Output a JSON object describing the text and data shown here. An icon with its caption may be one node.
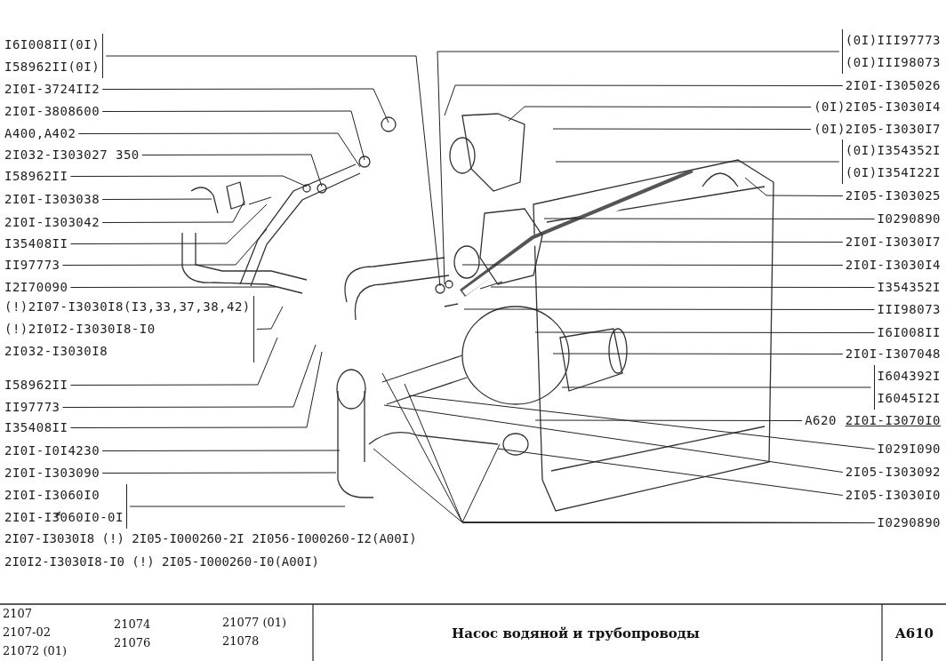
{
  "diagram": {
    "nodes": [
      {
        "text": [
          "I6I008II(0I)",
          "I58962II(0I)"
        ]
      },
      {
        "text": [
          "2I0I-3724II2"
        ]
      },
      {
        "text": [
          "2I0I-3808600"
        ]
      },
      {
        "text": [
          "A400,A402"
        ]
      },
      {
        "text": [
          "2I032-I303027 350"
        ]
      },
      {
        "text": [
          "I58962II"
        ]
      },
      {
        "text": [
          "2I0I-I303038"
        ]
      },
      {
        "text": [
          "2I0I-I303042"
        ]
      },
      {
        "text": [
          "I35408II"
        ]
      },
      {
        "text": [
          "II97773"
        ]
      },
      {
        "text": [
          "I2I70090"
        ]
      },
      {
        "text": [
          "(!)2I07-I3030I8(I3,33,37,38,42)",
          "(!)2I0I2-I3030I8-I0",
          "2I032-I3030I8"
        ]
      },
      {
        "text": [
          "I58962II"
        ]
      },
      {
        "text": [
          "II97773"
        ]
      },
      {
        "text": [
          "I35408II"
        ]
      },
      {
        "text": [
          "2I0I-I0I4230"
        ]
      },
      {
        "text": [
          "2I0I-I303090"
        ]
      },
      {
        "text": [
          "2I0I-I3060I0",
          "2I0I-I3060I0-0I"
        ]
      },
      {
        "text": [
          "(0I)III97773",
          "(0I)III98073"
        ]
      },
      {
        "text": [
          "2I0I-I305026"
        ]
      },
      {
        "text": [
          "(0I)2I05-I3030I4"
        ]
      },
      {
        "text": [
          "(0I)2I05-I3030I7"
        ]
      },
      {
        "text": [
          "(0I)I354352I",
          "(0I)I354I22I"
        ]
      },
      {
        "text": [
          "2I05-I303025"
        ]
      },
      {
        "text": [
          "I0290890"
        ]
      },
      {
        "text": [
          "2I0I-I3030I7"
        ]
      },
      {
        "text": [
          "2I0I-I3030I4"
        ]
      },
      {
        "text": [
          "I354352I"
        ]
      },
      {
        "text": [
          "III98073"
        ]
      },
      {
        "text": [
          "I6I008II"
        ]
      },
      {
        "text": [
          "2I0I-I307048"
        ]
      },
      {
        "text": [
          "I604392I",
          "I6045I2I"
        ]
      },
      {
        "text": [
          "A620",
          "2I0I-I3070I0"
        ]
      },
      {
        "text": [
          "I029I090"
        ]
      },
      {
        "text": [
          "2I05-I303092"
        ]
      },
      {
        "text": [
          "2I05-I3030I0"
        ]
      },
      {
        "text": [
          "I0290890"
        ]
      }
    ],
    "edges": [
      {
        "from": 0,
        "to": null,
        "arrow": "none"
      },
      {
        "from": 1,
        "to": null,
        "arrow": "none"
      },
      {
        "from": 2,
        "to": null,
        "arrow": "none"
      },
      {
        "from": 3,
        "to": null,
        "arrow": "none"
      },
      {
        "from": 4,
        "to": null,
        "arrow": "none"
      },
      {
        "from": 5,
        "to": null,
        "arrow": "none"
      },
      {
        "from": 6,
        "to": null,
        "arrow": "none"
      },
      {
        "from": 7,
        "to": null,
        "arrow": "none"
      },
      {
        "from": 8,
        "to": null,
        "arrow": "none"
      },
      {
        "from": 9,
        "to": null,
        "arrow": "none"
      },
      {
        "from": 10,
        "to": null,
        "arrow": "none"
      },
      {
        "from": 11,
        "to": null,
        "arrow": "none"
      },
      {
        "from": 12,
        "to": null,
        "arrow": "none"
      },
      {
        "from": 13,
        "to": null,
        "arrow": "none"
      },
      {
        "from": 14,
        "to": null,
        "arrow": "none"
      },
      {
        "from": 15,
        "to": null,
        "arrow": "none"
      },
      {
        "from": 16,
        "to": null,
        "arrow": "none"
      },
      {
        "from": 17,
        "to": null,
        "arrow": "none"
      },
      {
        "from": 18,
        "to": null,
        "arrow": "none"
      },
      {
        "from": 19,
        "to": null,
        "arrow": "none"
      },
      {
        "from": 20,
        "to": null,
        "arrow": "none"
      },
      {
        "from": 21,
        "to": null,
        "arrow": "none"
      },
      {
        "from": 22,
        "to": null,
        "arrow": "none"
      },
      {
        "from": 23,
        "to": null,
        "arrow": "none"
      },
      {
        "from": 24,
        "to": null,
        "arrow": "none"
      },
      {
        "from": 25,
        "to": null,
        "arrow": "none"
      },
      {
        "from": 26,
        "to": null,
        "arrow": "none"
      },
      {
        "from": 27,
        "to": null,
        "arrow": "none"
      },
      {
        "from": 28,
        "to": null,
        "arrow": "none"
      },
      {
        "from": 29,
        "to": null,
        "arrow": "none"
      },
      {
        "from": 30,
        "to": null,
        "arrow": "none"
      },
      {
        "from": 31,
        "to": null,
        "arrow": "none"
      },
      {
        "from": 32,
        "to": null,
        "arrow": "none"
      },
      {
        "from": 33,
        "to": null,
        "arrow": "none"
      },
      {
        "from": 34,
        "to": null,
        "arrow": "none"
      },
      {
        "from": 35,
        "to": null,
        "arrow": "none"
      },
      {
        "from": 36,
        "to": null,
        "arrow": "none"
      },
      {
        "from": 36,
        "to": null,
        "arrow": "none"
      },
      {
        "from": 36,
        "to": null,
        "arrow": "none"
      },
      {
        "from": 36,
        "to": null,
        "arrow": "none"
      }
    ],
    "labels": [
      "≠",
      "2I07-I3030I8 (!) 2I05-I000260-2I 2I056-I000260-I2(A00I)",
      "2I0I2-I3030I8-I0 (!) 2I05-I000260-I0(A00I)",
      "2107",
      "2107-02",
      "21072 (01)",
      "21074",
      "21076",
      "21077 (01)",
      "21078",
      "Насос водяной и трубопроводы",
      "A610"
    ]
  }
}
